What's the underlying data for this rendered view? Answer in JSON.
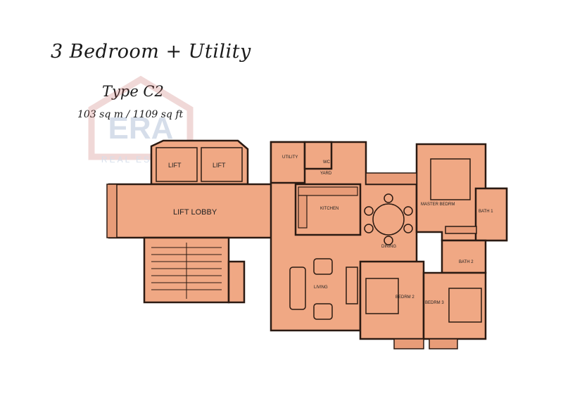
{
  "title": "3 Bedroom + Utility",
  "type_label": "Type C2",
  "area": "103 sq m / 1109 sq ft",
  "watermark": {
    "brand": "ERA",
    "tagline": "REAL ESTATE"
  },
  "rooms": {
    "lift_1": "LIFT",
    "lift_2": "LIFT",
    "lift_lobby": "LIFT LOBBY",
    "utility": "UTILITY",
    "wc": "WC",
    "yard": "YARD",
    "kitchen": "KITCHEN",
    "dining": "DINING",
    "living": "LIVING",
    "master_bedroom": "MASTER BEDRM",
    "bath_1": "BATH 1",
    "bath_2": "BATH 2",
    "bedroom_2": "BEDRM 2",
    "bedroom_3": "BEDRM 3"
  },
  "colors": {
    "floor": "#f0a884",
    "floor_dark": "#e89c78",
    "wall": "#2b1a12",
    "watermark": "#c0504d"
  }
}
